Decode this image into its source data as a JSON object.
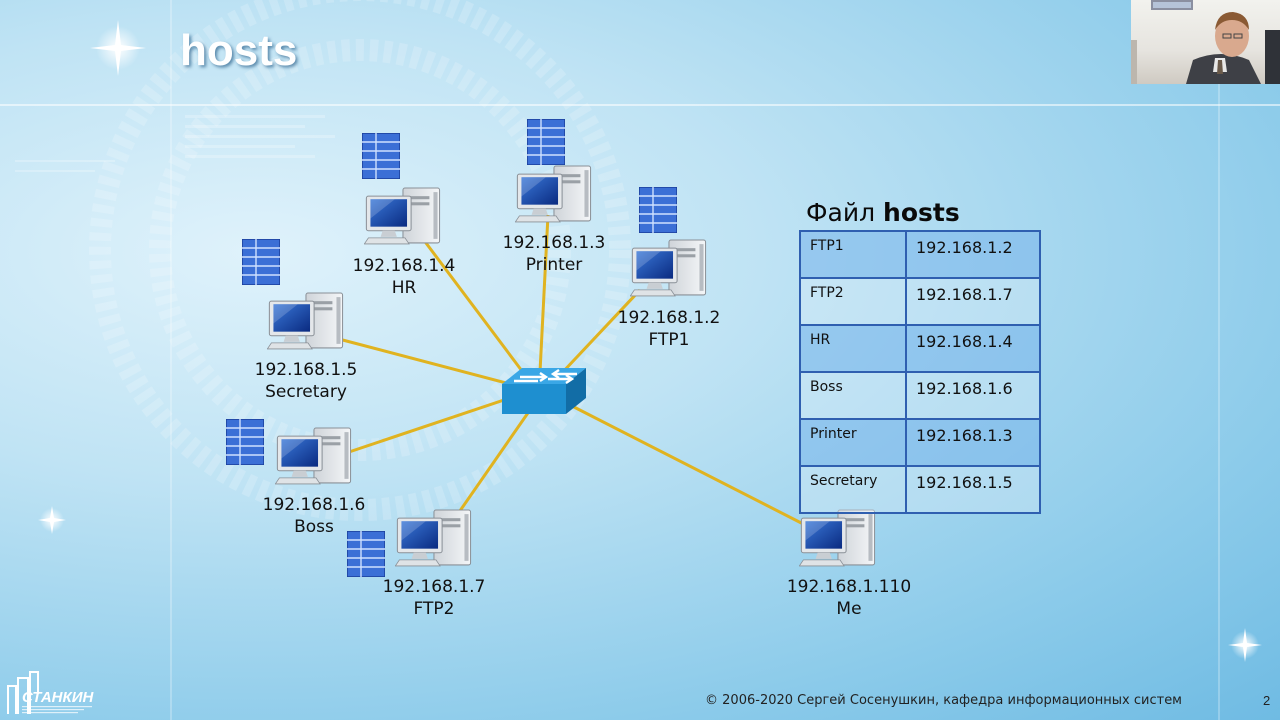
{
  "slide": {
    "title": "hosts",
    "footer": "© 2006-2020 Сергей Сосенушкин, кафедра информационных систем",
    "page_number": "2",
    "logo_text": "СТАНКИН"
  },
  "network": {
    "nodes": [
      {
        "id": "hr",
        "ip": "192.168.1.4",
        "name": "HR"
      },
      {
        "id": "printer",
        "ip": "192.168.1.3",
        "name": "Printer"
      },
      {
        "id": "ftp1",
        "ip": "192.168.1.2",
        "name": "FTP1"
      },
      {
        "id": "secretary",
        "ip": "192.168.1.5",
        "name": "Secretary"
      },
      {
        "id": "boss",
        "ip": "192.168.1.6",
        "name": "Boss"
      },
      {
        "id": "ftp2",
        "ip": "192.168.1.7",
        "name": "FTP2"
      },
      {
        "id": "me",
        "ip": "192.168.1.110",
        "name": "Me"
      }
    ],
    "link_color": "#e0b320",
    "switch_color": "#1e8fd0"
  },
  "hosts_file": {
    "title_prefix": "Файл",
    "title_bold": "hosts",
    "rows": [
      {
        "name": "FTP1",
        "ip": "192.168.1.2"
      },
      {
        "name": "FTP2",
        "ip": "192.168.1.7"
      },
      {
        "name": "HR",
        "ip": "192.168.1.4"
      },
      {
        "name": "Boss",
        "ip": "192.168.1.6"
      },
      {
        "name": "Printer",
        "ip": "192.168.1.3"
      },
      {
        "name": "Secretary",
        "ip": "192.168.1.5"
      }
    ]
  }
}
